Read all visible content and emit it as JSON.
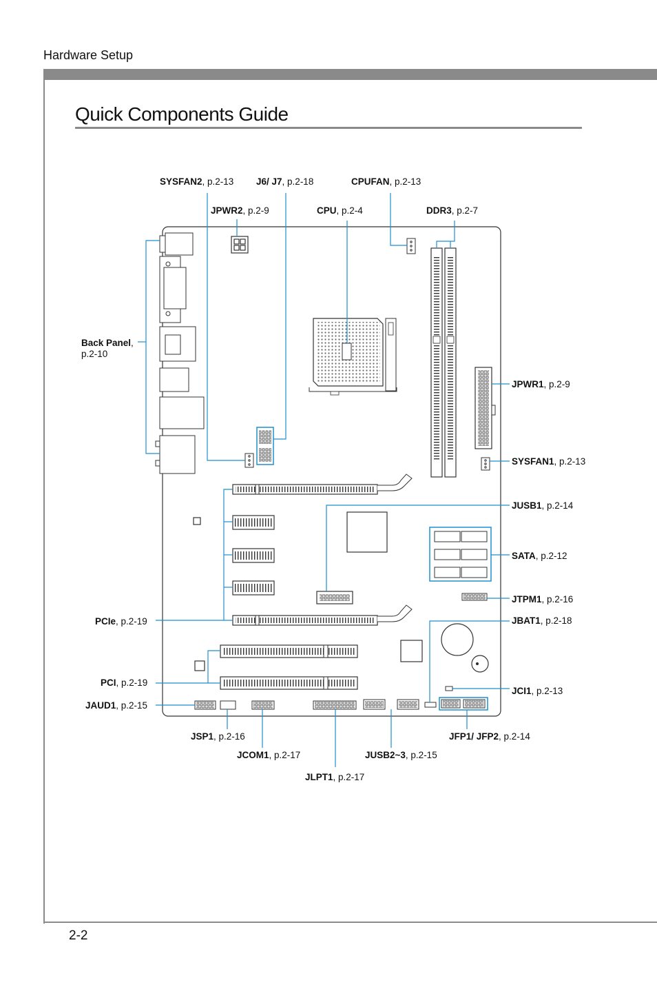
{
  "header": {
    "section": "Hardware Setup"
  },
  "title": "Quick Components Guide",
  "page_number": "2-2",
  "labels": {
    "sysfan2": {
      "name": "SYSFAN2",
      "ref": ", p.2-13"
    },
    "j6j7": {
      "name": "J6/ J7",
      "ref": ", p.2-18"
    },
    "cpufan": {
      "name": "CPUFAN",
      "ref": ", p.2-13"
    },
    "jpwr2": {
      "name": "JPWR2",
      "ref": ", p.2-9"
    },
    "cpu": {
      "name": "CPU",
      "ref": ", p.2-4"
    },
    "ddr3": {
      "name": "DDR3",
      "ref": ", p.2-7"
    },
    "back_panel": {
      "name": "Back Panel",
      "ref": ",",
      "ref2": "p.2-10"
    },
    "jpwr1": {
      "name": "JPWR1",
      "ref": ", p.2-9"
    },
    "sysfan1": {
      "name": "SYSFAN1",
      "ref": ", p.2-13"
    },
    "jusb1": {
      "name": "JUSB1",
      "ref": ", p.2-14"
    },
    "sata": {
      "name": "SATA",
      "ref": ", p.2-12"
    },
    "jtpm1": {
      "name": "JTPM1",
      "ref": ", p.2-16"
    },
    "jbat1": {
      "name": "JBAT1",
      "ref": ", p.2-18"
    },
    "jci1": {
      "name": "JCI1",
      "ref": ", p.2-13"
    },
    "pcie": {
      "name": "PCIe",
      "ref": ", p.2-19"
    },
    "pci": {
      "name": "PCI",
      "ref": ", p.2-19"
    },
    "jaud1": {
      "name": "JAUD1",
      "ref": ", p.2-15"
    },
    "jsp1": {
      "name": "JSP1",
      "ref": ", p.2-16"
    },
    "jcom1": {
      "name": "JCOM1",
      "ref": ", p.2-17"
    },
    "jlpt1": {
      "name": "JLPT1",
      "ref": ", p.2-17"
    },
    "jusb23": {
      "name": "JUSB2~3",
      "ref": ", p.2-15"
    },
    "jfp": {
      "name": "JFP1/ JFP2",
      "ref": ", p.2-14"
    }
  },
  "colors": {
    "leader": "#1f8fd0",
    "rule": "#8a8a8a",
    "board": "#333333"
  }
}
